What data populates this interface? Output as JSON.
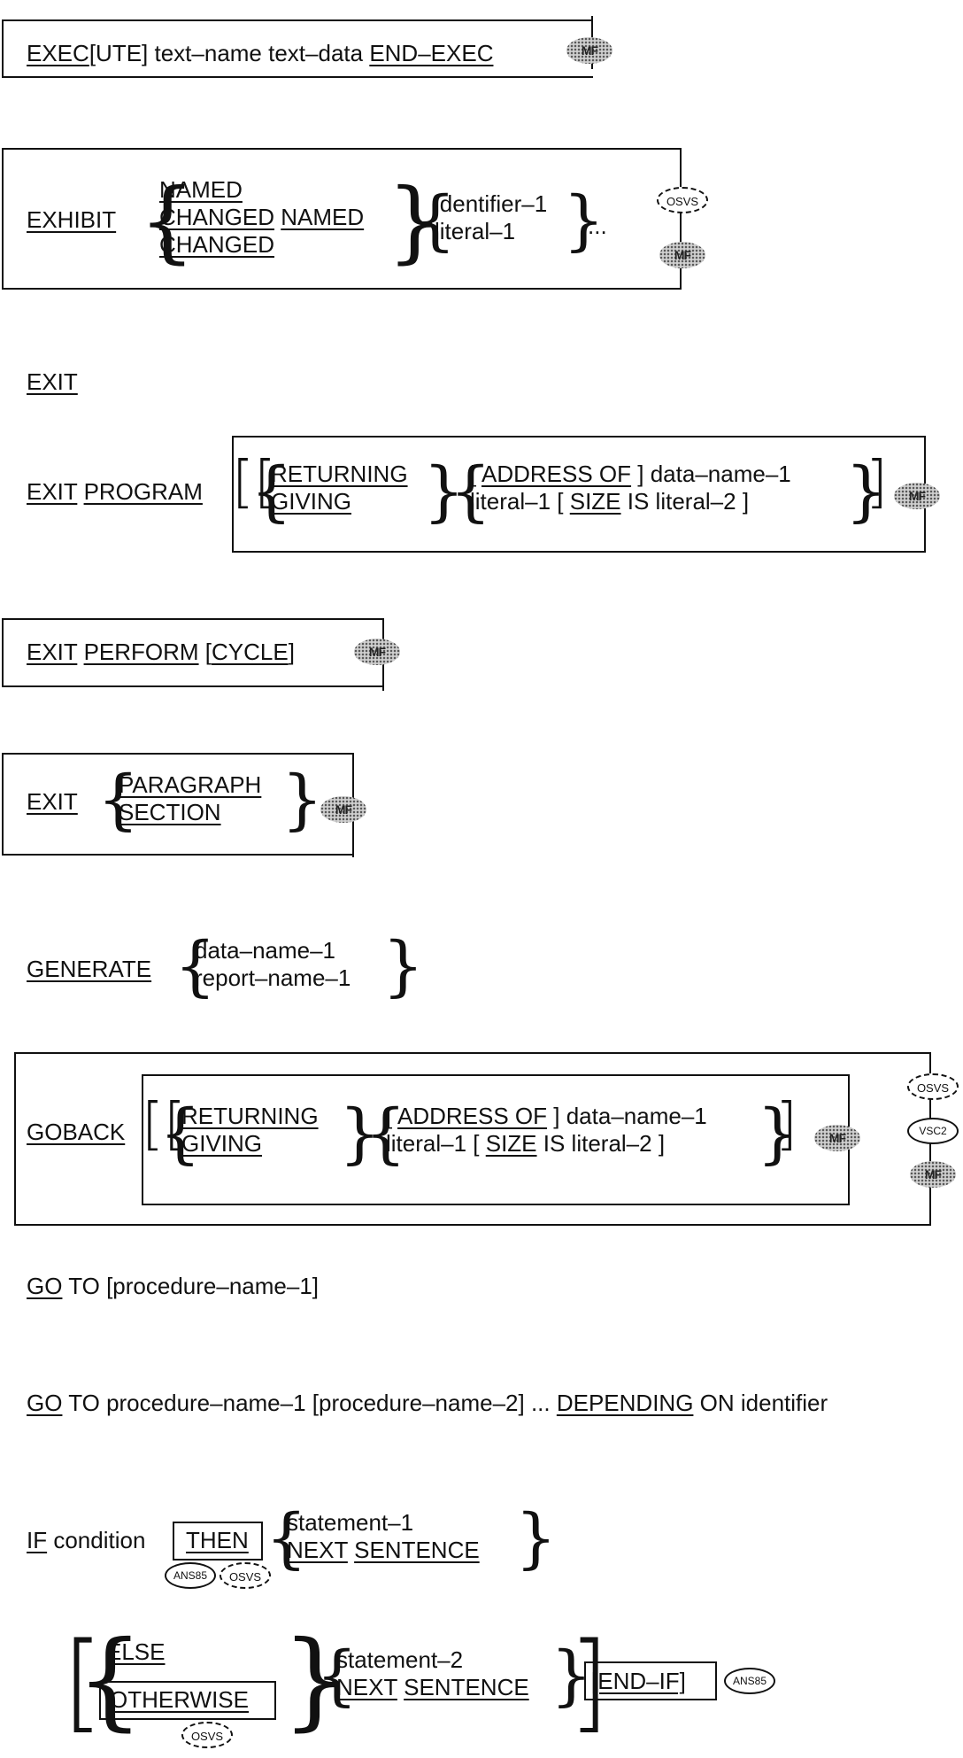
{
  "execute": {
    "verb": "EXEC",
    "suffix": "[UTE]",
    "middle": " text–name text–data ",
    "end": "END–EXEC",
    "badge": "MF"
  },
  "exhibit": {
    "verb": "EXHIBIT",
    "opt1": "NAMED",
    "opt2a": "CHANGED",
    "opt2b": "NAMED",
    "opt3": "CHANGED",
    "id1": "identifier–1",
    "lit1": "literal–1",
    "dots": "...",
    "badge1": "OSVS",
    "badge2": "MF"
  },
  "exit": {
    "verb": "EXIT"
  },
  "exit_program": {
    "verb": "EXIT",
    "kw": "PROGRAM",
    "ret": "RETURNING",
    "giv": "GIVING",
    "addr_open": "[ ",
    "addr": "ADDRESS OF",
    "addr_close": " ] data–name–1",
    "lit_a": "literal–1 [ ",
    "size": "SIZE",
    "lit_b": " IS literal–2 ]",
    "badge": "MF"
  },
  "exit_perform": {
    "verb": "EXIT",
    "kw": "PERFORM",
    "open": " [",
    "cycle": "CYCLE",
    "close": "]",
    "badge": "MF"
  },
  "exit_para": {
    "verb": "EXIT",
    "p": "PARAGRAPH",
    "s": "SECTION",
    "badge": "MF"
  },
  "generate": {
    "verb": "GENERATE",
    "a": "data–name–1",
    "b": "report–name–1"
  },
  "goback": {
    "verb": "GOBACK",
    "ret": "RETURNING",
    "giv": "GIVING",
    "addr_open": "[ ",
    "addr": "ADDRESS OF",
    "addr_close": " ] data–name–1",
    "lit_a": "literal–1 [ ",
    "size": "SIZE",
    "lit_b": " IS literal–2 ]",
    "badge_mf": "MF",
    "badge1": "OSVS",
    "badge2": "VSC2",
    "badge3": "MF"
  },
  "goto1": {
    "go": "GO",
    "rest": " TO [procedure–name–1]"
  },
  "goto2": {
    "go": "GO",
    "rest": " TO procedure–name–1 [procedure–name–2] ... ",
    "dep": "DEPENDING",
    "rest2": " ON identifier"
  },
  "if": {
    "verb": "IF",
    "cond": " condition ",
    "then": "THEN",
    "s1": "statement–1",
    "next": "NEXT",
    "sentence": "SENTENCE",
    "b_ans": "ANS85",
    "b_osvs": "OSVS",
    "else": "ELSE",
    "otherwise": "OTHERWISE",
    "s2": "statement–2",
    "next2": "NEXT",
    "sentence2": "SENTENCE",
    "endif": "[END–IF]",
    "b_ans2": "ANS85",
    "b_osvs2": "OSVS"
  }
}
